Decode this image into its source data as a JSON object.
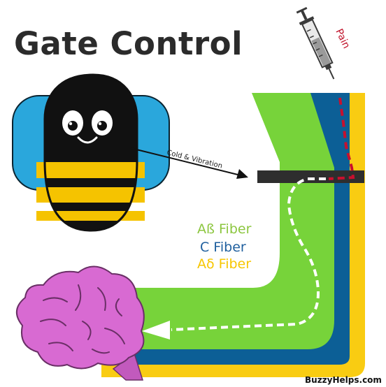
{
  "title": "Gate Control",
  "syringe_label": "Pain",
  "arrow_label": "Cold & Vibration",
  "legend": [
    {
      "label": "Aß Fiber",
      "color": "#8cc63f"
    },
    {
      "label": "C Fiber",
      "color": "#1f5f9e"
    },
    {
      "label": "Aδ Fiber",
      "color": "#f7c600"
    }
  ],
  "credit": "BuzzyHelps.com",
  "colors": {
    "green_fiber": "#77d33a",
    "blue_fiber": "#0c5f96",
    "yellow_fiber": "#f9cc12",
    "gate": "#2e2e2e",
    "pain_signal": "#c8102e",
    "bee_wings": "#2aa7dc",
    "bee_stripe": "#f5c300",
    "brain": "#d86ad2"
  },
  "icons": [
    "syringe-icon",
    "bee-icon",
    "brain-icon"
  ]
}
